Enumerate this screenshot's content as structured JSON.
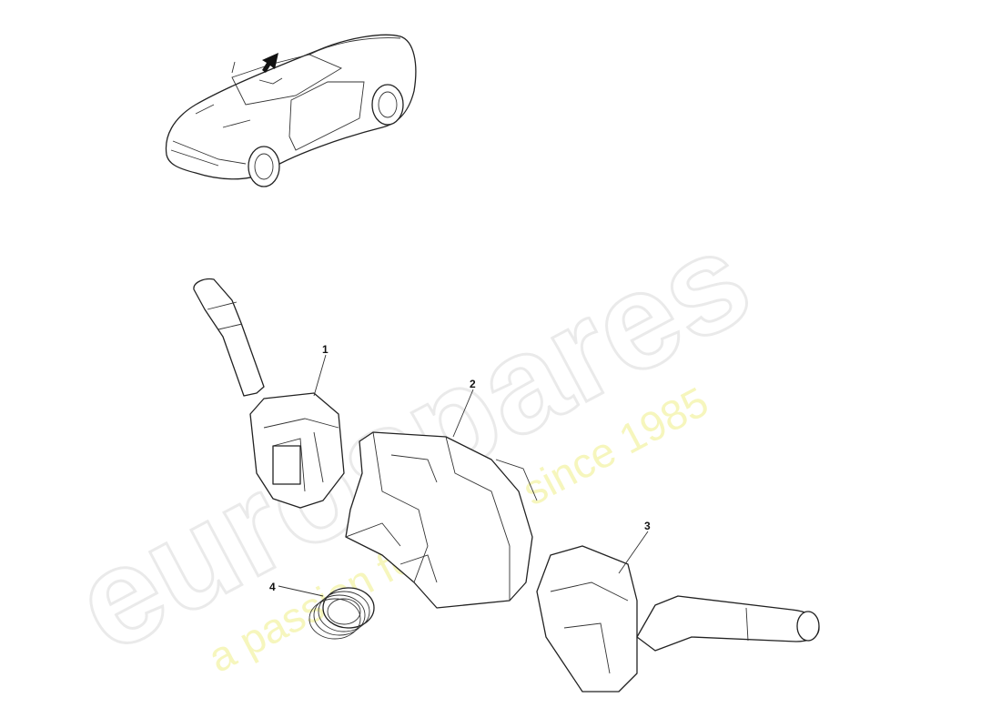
{
  "diagram": {
    "callouts": [
      {
        "id": "1",
        "label": "1"
      },
      {
        "id": "2",
        "label": "2"
      },
      {
        "id": "3",
        "label": "3"
      },
      {
        "id": "4",
        "label": "4"
      }
    ],
    "locator_arrow_color": "#111111"
  },
  "watermark": {
    "brand": "eurospares",
    "tagline": "a passion for parts since 1985",
    "brand_color": "#e6e6e6",
    "tagline_color": "#f4f4a8"
  }
}
